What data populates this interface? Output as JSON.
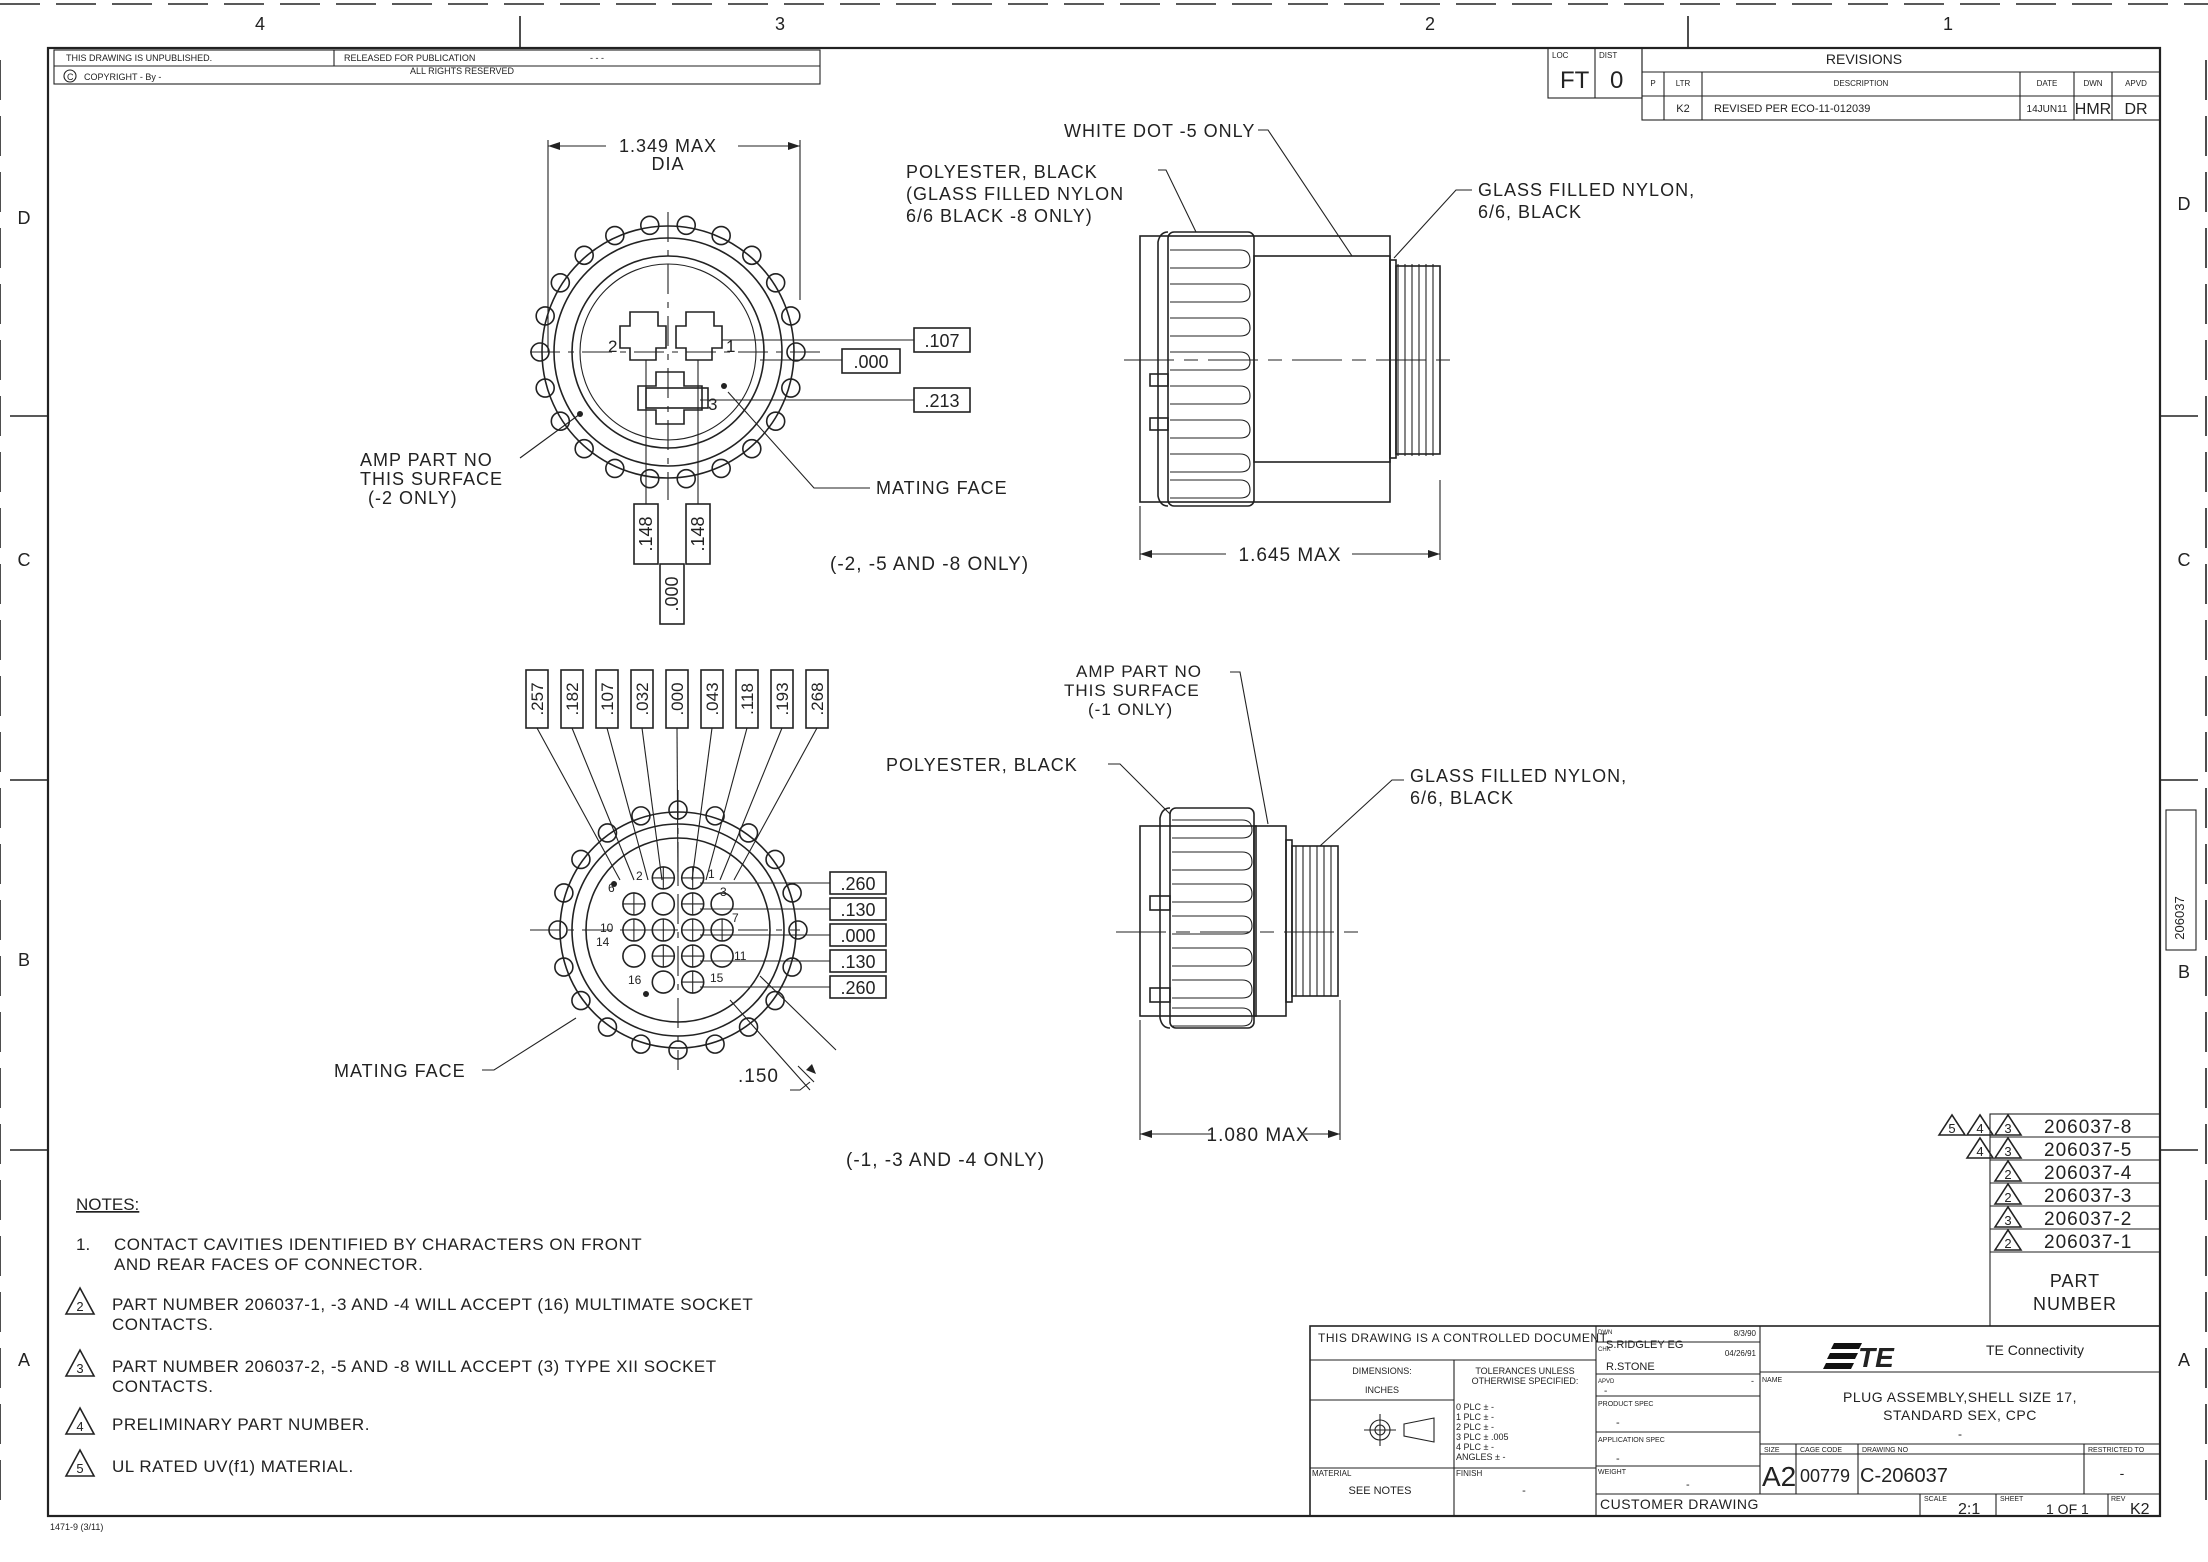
{
  "border": {
    "zones_top": [
      "4",
      "3",
      "2",
      "1"
    ],
    "zones_side": [
      "D",
      "C",
      "B",
      "A"
    ]
  },
  "top_left_block": {
    "unpublished": "THIS DRAWING IS UNPUBLISHED.",
    "released": "RELEASED FOR PUBLICATION",
    "copyright": "COPYRIGHT  -   By  -",
    "rights": "ALL RIGHTS RESERVED",
    "date_dashes": "-  -  -"
  },
  "loc_dist": {
    "loc_label": "LOC",
    "loc_value": "FT",
    "dist_label": "DIST",
    "dist_value": "0"
  },
  "revisions": {
    "title": "REVISIONS",
    "headers": {
      "p": "P",
      "ltr": "LTR",
      "description": "DESCRIPTION",
      "date": "DATE",
      "dwn": "DWN",
      "apvd": "APVD"
    },
    "row": {
      "ltr": "K2",
      "description": "REVISED PER ECO-11-012039",
      "date": "14JUN11",
      "dwn": "HMR",
      "apvd": "DR"
    }
  },
  "top_front_view": {
    "dim_dia_1": "1.349 MAX",
    "dim_dia_2": "DIA",
    "dim_107": ".107",
    "dim_000_right": ".000",
    "dim_213": ".213",
    "dim_148_left": ".148",
    "dim_148_right": ".148",
    "dim_000_bottom": ".000",
    "cavity_2": "2",
    "cavity_1": "1",
    "cavity_3": "3",
    "amp_note_1": "AMP PART NO",
    "amp_note_2": "THIS SURFACE",
    "amp_note_3": "(-2 ONLY)",
    "mating_face": "MATING FACE",
    "caption": "(-2, -5 AND -8 ONLY)"
  },
  "top_side_view": {
    "white_dot": "WHITE DOT -5 ONLY",
    "poly_1": "POLYESTER, BLACK",
    "poly_2": "(GLASS FILLED NYLON",
    "poly_3": "6/6 BLACK -8 ONLY)",
    "gfn_1": "GLASS FILLED NYLON,",
    "gfn_2": "6/6, BLACK",
    "dim_len": "1.645 MAX"
  },
  "bottom_front_view": {
    "top_dims": [
      ".257",
      ".182",
      ".107",
      ".032",
      ".000",
      ".043",
      ".118",
      ".193",
      ".268"
    ],
    "right_dims": [
      ".260",
      ".130",
      ".000",
      ".130",
      ".260"
    ],
    "cavity_labels": [
      "1",
      "2",
      "3",
      "6",
      "7",
      "10",
      "11",
      "14",
      "15",
      "16"
    ],
    "dim_150": ".150",
    "mating_face": "MATING FACE",
    "caption": "(-1, -3 AND -4 ONLY)"
  },
  "bottom_side_view": {
    "amp_1": "AMP PART NO",
    "amp_2": "THIS SURFACE",
    "amp_3": "(-1 ONLY)",
    "poly": "POLYESTER, BLACK",
    "gfn_1": "GLASS FILLED NYLON,",
    "gfn_2": "6/6, BLACK",
    "dim_len": "1.080 MAX"
  },
  "notes": {
    "heading": "NOTES:",
    "n1_num": "1.",
    "n1_a": "CONTACT CAVITIES IDENTIFIED BY CHARACTERS ON FRONT",
    "n1_b": "AND REAR FACES OF CONNECTOR.",
    "n2_flag": "2",
    "n2_a": "PART NUMBER 206037-1, -3 AND -4 WILL ACCEPT (16) MULTIMATE SOCKET",
    "n2_b": "CONTACTS.",
    "n3_flag": "3",
    "n3_a": "PART NUMBER 206037-2, -5 AND -8 WILL ACCEPT (3) TYPE XII SOCKET",
    "n3_b": "CONTACTS.",
    "n4_flag": "4",
    "n4_a": "PRELIMINARY PART NUMBER.",
    "n5_flag": "5",
    "n5_a": "UL RATED UV(f1) MATERIAL."
  },
  "part_table": {
    "rows": [
      {
        "flags": [
          "5",
          "4",
          "3"
        ],
        "number": "206037-8"
      },
      {
        "flags": [
          "4",
          "3"
        ],
        "number": "206037-5"
      },
      {
        "flags": [
          "2"
        ],
        "number": "206037-4"
      },
      {
        "flags": [
          "2"
        ],
        "number": "206037-3"
      },
      {
        "flags": [
          "3"
        ],
        "number": "206037-2"
      },
      {
        "flags": [
          "2"
        ],
        "number": "206037-1"
      }
    ],
    "label_1": "PART",
    "label_2": "NUMBER"
  },
  "side_tab": "206037",
  "title_block": {
    "controlled": "THIS DRAWING IS A CONTROLLED DOCUMENT.",
    "dimensions": "DIMENSIONS:",
    "inches": "INCHES",
    "tol_1": "TOLERANCES UNLESS",
    "tol_2": "OTHERWISE SPECIFIED:",
    "plc": [
      "0 PLC    ±  -",
      "1 PLC    ±  -",
      "2 PLC    ±  -",
      "3 PLC    ±  .005",
      "4 PLC    ±  -",
      "ANGLES            ±  -"
    ],
    "material": "MATERIAL",
    "finish": "FINISH",
    "see_notes": "SEE NOTES",
    "finish_val": "-",
    "dwn_label": "DWN",
    "dwn_name": "S.RIDGLEY    EG",
    "dwn_date": "8/3/90",
    "chk_label": "CHK",
    "chk_name": "R.STONE",
    "chk_date": "04/26/91",
    "apvd_label": "APVD",
    "apvd_val": "-",
    "apvd_dash": "-",
    "product_spec": "PRODUCT SPEC",
    "product_val": "-",
    "app_spec": "APPLICATION SPEC",
    "app_val": "-",
    "weight": "WEIGHT",
    "weight_val": "-",
    "customer": "CUSTOMER DRAWING",
    "logo": "TE",
    "company": "TE Connectivity",
    "name_label": "NAME",
    "name_1": "PLUG ASSEMBLY,SHELL SIZE 17,",
    "name_2": "STANDARD SEX, CPC",
    "name_3": "-",
    "size_label": "SIZE",
    "size_val": "A2",
    "cage_label": "CAGE CODE",
    "cage_val": "00779",
    "dwg_label": "DRAWING NO",
    "dwg_val": "C-206037",
    "restricted": "RESTRICTED TO",
    "restricted_val": "-",
    "scale_label": "SCALE",
    "scale_val": "2:1",
    "sheet_label": "SHEET",
    "sheet_val": "1  OF  1",
    "rev_label": "REV",
    "rev_val": "K2"
  },
  "form_code": "1471-9  (3/11)"
}
